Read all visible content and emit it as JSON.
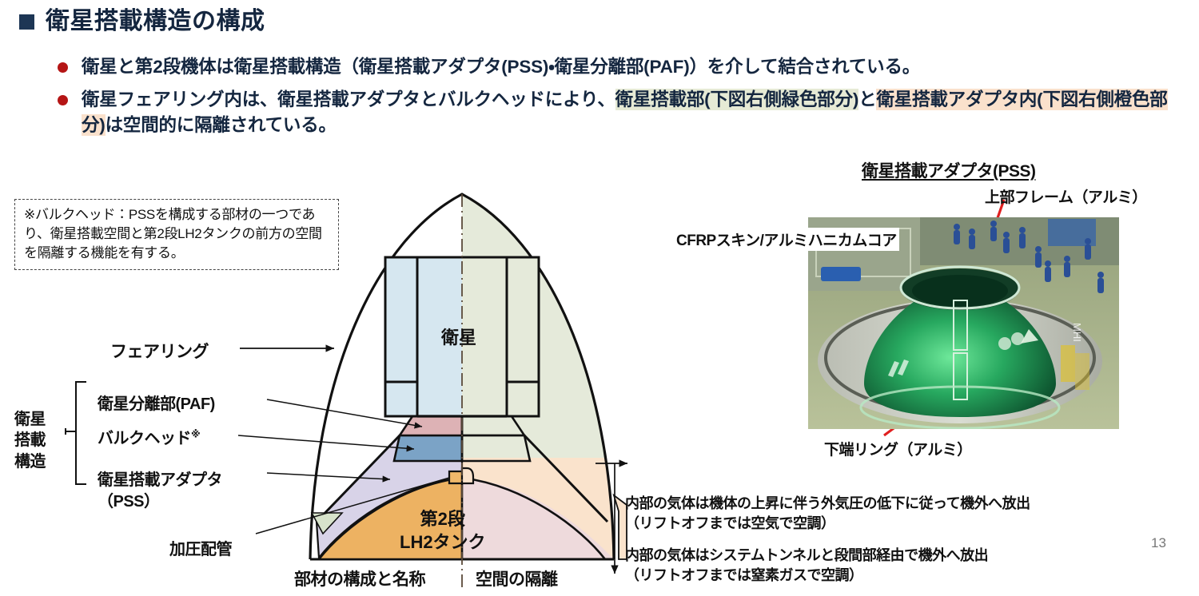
{
  "slide": {
    "title": "衛星搭載構造の構成",
    "page_number": "13",
    "bullets": [
      {
        "parts": [
          {
            "text": "衛星と第2段機体は衛星搭載構造（衛星搭載アダプタ(PSS)・衛星分離部(PAF)）を介して結合されている。",
            "highlight": "none"
          }
        ]
      },
      {
        "parts": [
          {
            "text": "衛星フェアリング内は、衛星搭載アダプタとバルクヘッドにより、",
            "highlight": "none"
          },
          {
            "text": "衛星搭載部(下図右側緑色部分)",
            "highlight": "green"
          },
          {
            "text": "と",
            "highlight": "none"
          },
          {
            "text": "衛星搭載アダプタ内(下図右側橙色部分)",
            "highlight": "orange"
          },
          {
            "text": "は空間的に隔離されている。",
            "highlight": "none"
          }
        ]
      }
    ]
  },
  "note": {
    "text": "※バルクヘッド：PSSを構成する部材の一つであり、衛星搭載空間と第2段LH2タンクの前方の空間を隔離する機能を有する。"
  },
  "diagram": {
    "left_labels": {
      "fairing": "フェアリング",
      "group": "衛星\n搭載\n構造",
      "paf": "衛星分離部(PAF)",
      "bulkhead": "バルクヘッド",
      "bulkhead_mark": "※",
      "pss_line1": "衛星搭載アダプタ",
      "pss_line2": "（PSS）",
      "pipe": "加圧配管"
    },
    "inner_labels": {
      "satellite": "衛星",
      "tank_line1": "第2段",
      "tank_line2": "LH2タンク"
    },
    "axis_labels": {
      "left": "部材の構成と名称",
      "right": "空間の隔離"
    },
    "colors": {
      "satellite_left": "#d6e7f0",
      "space_right_green": "#e5eada",
      "paf": "#ddb2b5",
      "bulkhead": "#7ba3c6",
      "pss": "#d8d3e8",
      "tank": "#edb262",
      "pss_inner_orange": "#fae3cc",
      "tank_space_pink": "#eedadc",
      "pipe": "#f0b86a"
    }
  },
  "photo_panel": {
    "title": "衛星搭載アダプタ(PSS)",
    "upper_frame_label": "上部フレーム（アルミ）",
    "skin_label": "CFRPスキン/アルミハニカムコア",
    "bottom_ring_label": "下端リング（アルミ）"
  },
  "annotations": {
    "vent_upper_line1": "内部の気体は機体の上昇に伴う外気圧の低下に従って機外へ放出",
    "vent_upper_line2": "（リフトオフまでは空気で空調）",
    "vent_lower_line1": "内部の気体はシステムトンネルと段間部経由で機外へ放出",
    "vent_lower_line2": "（リフトオフまでは窒素ガスで空調）"
  }
}
